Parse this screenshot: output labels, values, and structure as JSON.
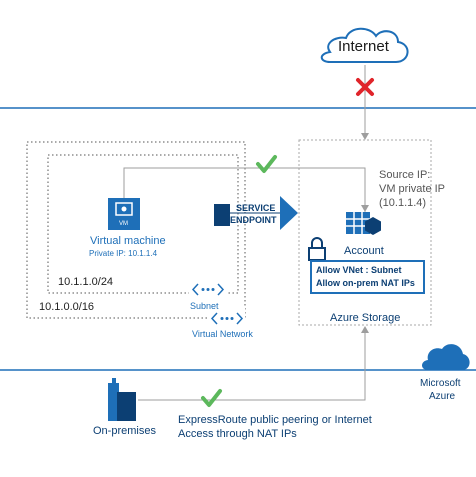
{
  "internet": {
    "label": "Internet"
  },
  "vnet": {
    "vm_label": "Virtual machine",
    "vm_icon_text": "VM",
    "vm_private_ip": "Private IP: 10.1.1.4",
    "subnet_cidr": "10.1.1.0/24",
    "vnet_cidr": "10.1.0.0/16",
    "subnet_label": "Subnet",
    "vnet_label": "Virtual Network"
  },
  "service_endpoint": {
    "line1": "SERVICE",
    "line2": "ENDPOINT"
  },
  "storage": {
    "source_ip_line1": "Source IP:",
    "source_ip_line2": "VM private IP",
    "source_ip_line3": "(10.1.1.4)",
    "account_label": "Account",
    "rule1": "Allow VNet : Subnet",
    "rule2": "Allow on-prem NAT IPs",
    "name": "Azure Storage"
  },
  "azure": {
    "line1": "Microsoft",
    "line2": "Azure"
  },
  "onprem": {
    "label": "On-premises",
    "note_line1": "ExpressRoute public peering or Internet",
    "note_line2": "Access through NAT IPs"
  },
  "colors": {
    "azure_blue": "#1e6fb8",
    "dark_blue": "#0c3f73",
    "deny_red": "#e0242a",
    "allow_green": "#5cb85c",
    "gray_line": "#9e9e9e"
  }
}
